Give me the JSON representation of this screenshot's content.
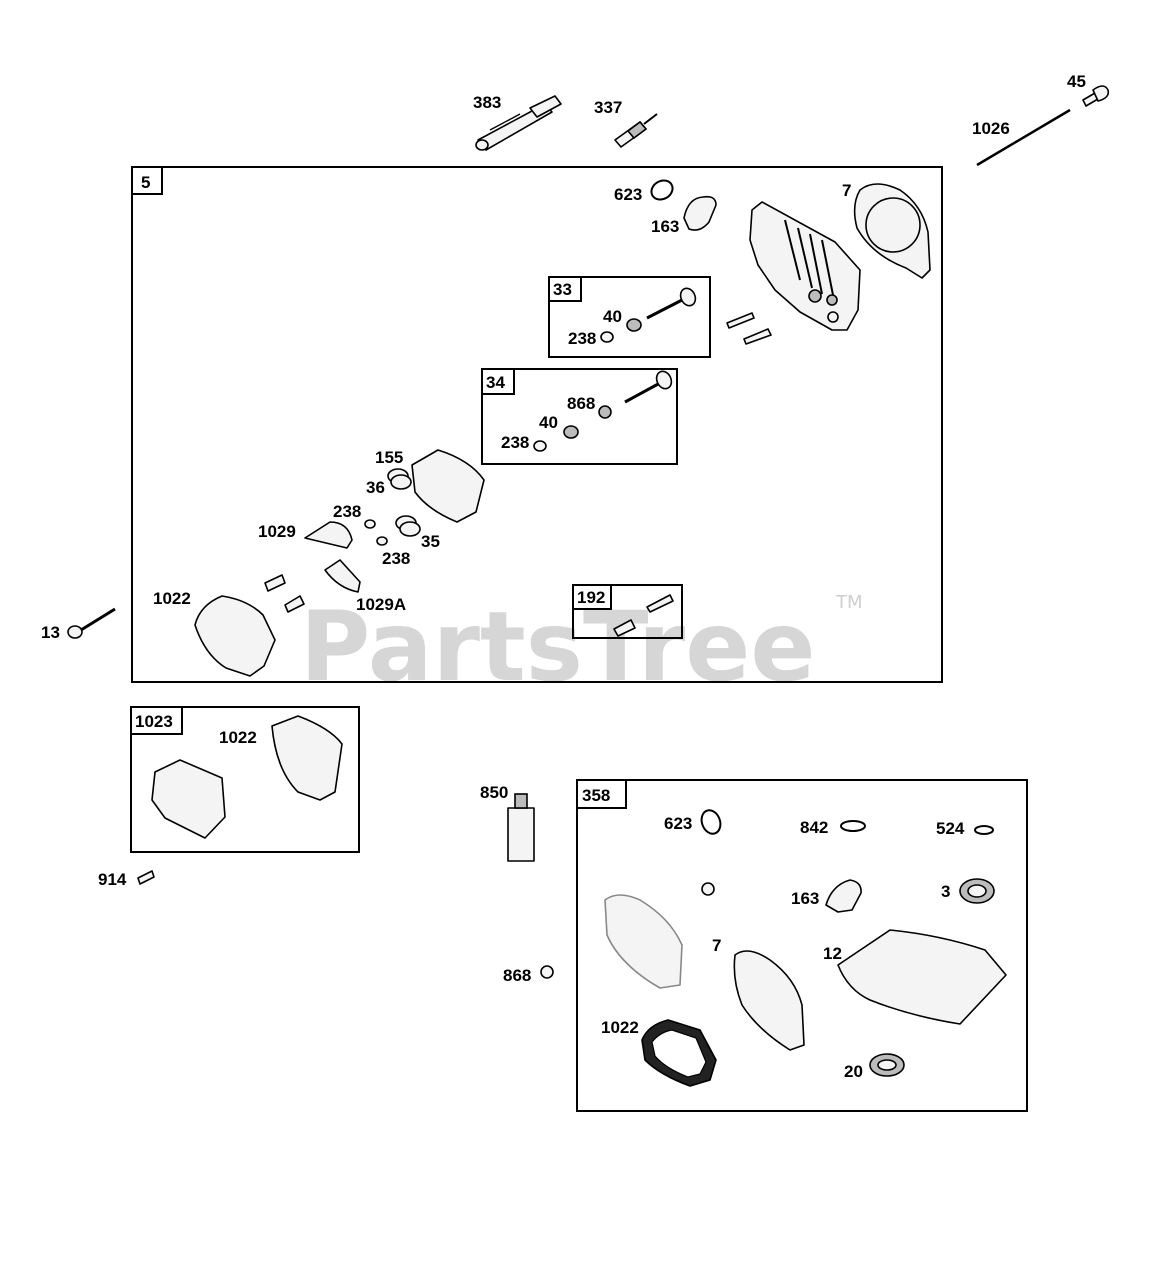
{
  "watermark": {
    "text": "PartsTree",
    "tm": "TM"
  },
  "boxes": {
    "b5": "5",
    "b33": "33",
    "b34": "34",
    "b192": "192",
    "b1023": "1023",
    "b358": "358"
  },
  "callouts": {
    "c383": "383",
    "c337": "337",
    "c45": "45",
    "c1026": "1026",
    "c623a": "623",
    "c163a": "163",
    "c7a": "7",
    "c40a": "40",
    "c238a": "238",
    "c868a": "868",
    "c40b": "40",
    "c238b": "238",
    "c155": "155",
    "c36": "36",
    "c238c": "238",
    "c1029": "1029",
    "c35": "35",
    "c238d": "238",
    "c1022a": "1022",
    "c1029A": "1029A",
    "c13": "13",
    "c1022b": "1022",
    "c914": "914",
    "c850": "850",
    "c868b": "868",
    "c623b": "623",
    "c842": "842",
    "c524": "524",
    "c163b": "163",
    "c3": "3",
    "c7b": "7",
    "c12": "12",
    "c1022c": "1022",
    "c20": "20"
  },
  "colors": {
    "ink": "#000000",
    "watermark": "#d6d6d6",
    "background": "#ffffff"
  }
}
